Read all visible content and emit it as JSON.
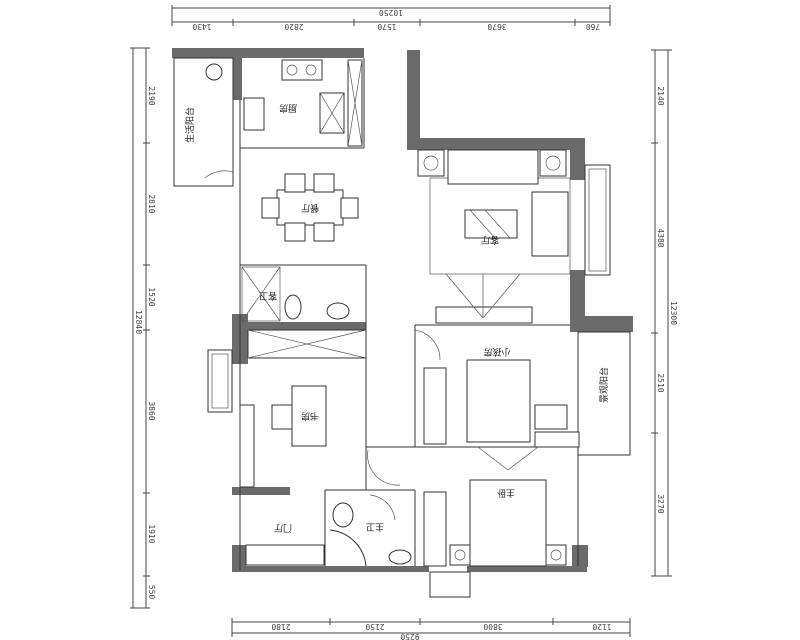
{
  "plan": {
    "top_total": "10250",
    "top_segments": [
      "1430",
      "2820",
      "1570",
      "3670",
      "760"
    ],
    "left_total": "12840",
    "left_segments": [
      "2190",
      "2810",
      "1520",
      "3860",
      "1910",
      "550"
    ],
    "right_total": "12300",
    "right_segments": [
      "2140",
      "4380",
      "2510",
      "3270"
    ],
    "bottom_total": "9250",
    "bottom_segments": [
      "2180",
      "2150",
      "3800",
      "1120"
    ],
    "rooms": {
      "kitchen": "厨房",
      "dining": "餐厅",
      "living": "客厅",
      "utility_balcony": "生活阳台",
      "child_room": "小孩房",
      "scenic_balcony": "景观阳台",
      "master_bedroom": "主卧",
      "study": "书房",
      "foyer": "门厅",
      "master_bath": "主卫",
      "guest_bath": "客卫"
    },
    "colors": {
      "wall": "#6b6b6b",
      "line": "#333333"
    }
  }
}
